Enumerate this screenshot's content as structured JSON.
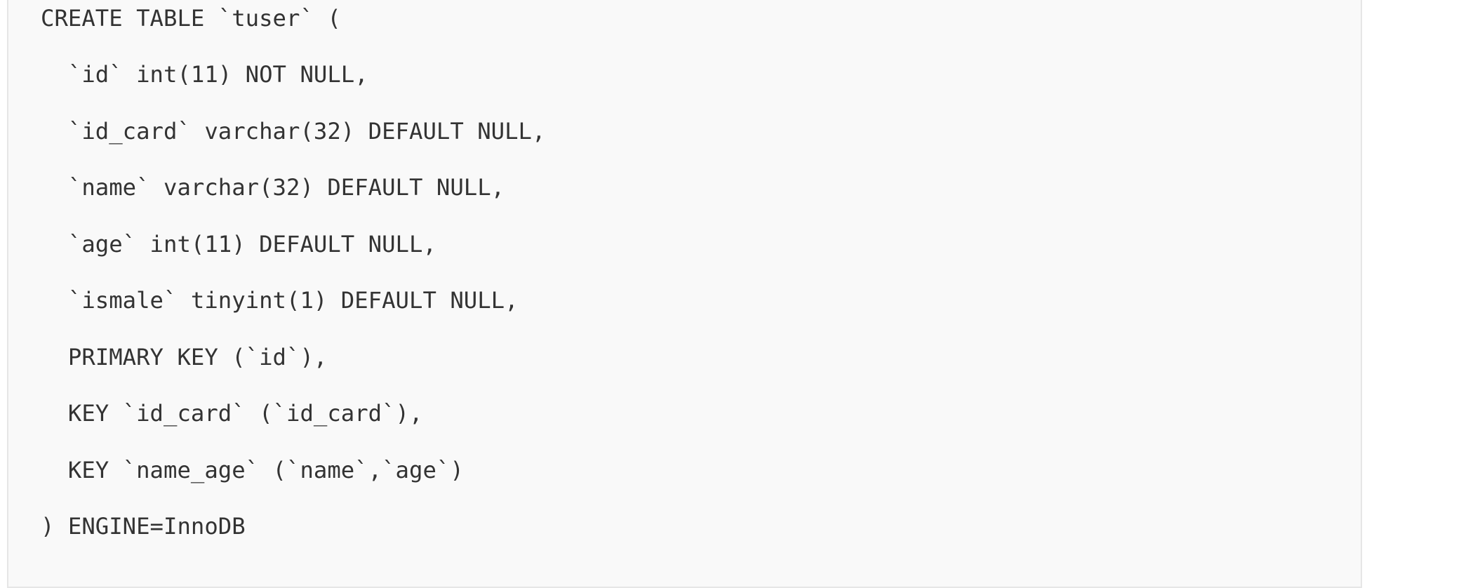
{
  "code": {
    "lines": [
      "CREATE TABLE `tuser` (",
      "  `id` int(11) NOT NULL,",
      "  `id_card` varchar(32) DEFAULT NULL,",
      "  `name` varchar(32) DEFAULT NULL,",
      "  `age` int(11) DEFAULT NULL,",
      "  `ismale` tinyint(1) DEFAULT NULL,",
      "  PRIMARY KEY (`id`),",
      "  KEY `id_card` (`id_card`),",
      "  KEY `name_age` (`name`,`age`)",
      ") ENGINE=InnoDB"
    ]
  },
  "colors": {
    "background": "#f9f9f9",
    "text": "#333333",
    "border": "#e6e6e6"
  }
}
